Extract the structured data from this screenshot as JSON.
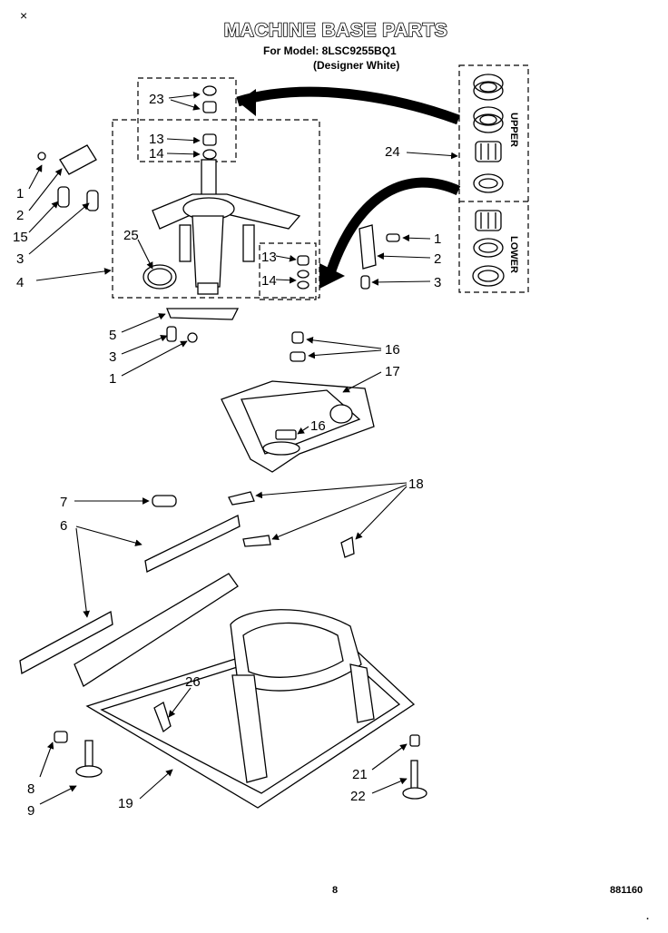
{
  "header": {
    "corner_mark": "×",
    "title": "MACHINE BASE PARTS",
    "model_line": "For Model: 8LSC9255BQ1",
    "color_line": "(Designer White)"
  },
  "inset": {
    "upper_label": "UPPER",
    "lower_label": "LOWER"
  },
  "callouts": {
    "c23": "23",
    "c13a": "13",
    "c14a": "14",
    "c24": "24",
    "c1a": "1",
    "c2a": "2",
    "c15": "15",
    "c3a": "3",
    "c25": "25",
    "c4": "4",
    "c13b": "13",
    "c14b": "14",
    "c1b": "1",
    "c2b": "2",
    "c3b": "3",
    "c5": "5",
    "c3c": "3",
    "c1c": "1",
    "c16a": "16",
    "c17": "17",
    "c16b": "16",
    "c7": "7",
    "c6": "6",
    "c18": "18",
    "c26": "26",
    "c8": "8",
    "c9": "9",
    "c19": "19",
    "c21": "21",
    "c22": "22"
  },
  "footer": {
    "page_number": "8",
    "doc_code": "881160",
    "doc_mark": "·"
  }
}
